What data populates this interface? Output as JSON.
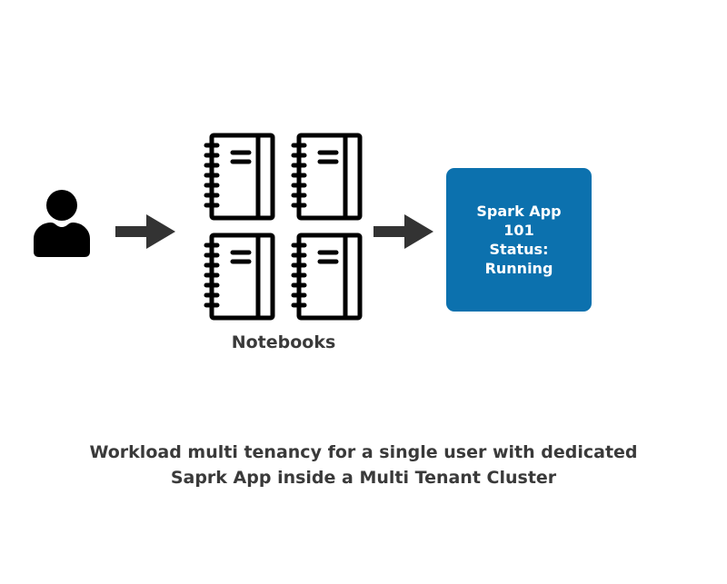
{
  "diagram": {
    "user": {
      "icon": "user-icon"
    },
    "arrows": [
      {
        "icon": "arrow-right-icon",
        "color": "#333333"
      },
      {
        "icon": "arrow-right-icon",
        "color": "#333333"
      }
    ],
    "notebooks": {
      "label": "Notebooks",
      "count": 4,
      "icon": "notebook-icon"
    },
    "spark_app": {
      "line1": "Spark App",
      "line2": "101",
      "line3": "Status:",
      "line4": "Running",
      "color": "#0c71ae"
    },
    "caption": {
      "line1": "Workload multi tenancy for a single user with dedicated",
      "line2": "Saprk App inside a Multi Tenant Cluster"
    }
  }
}
